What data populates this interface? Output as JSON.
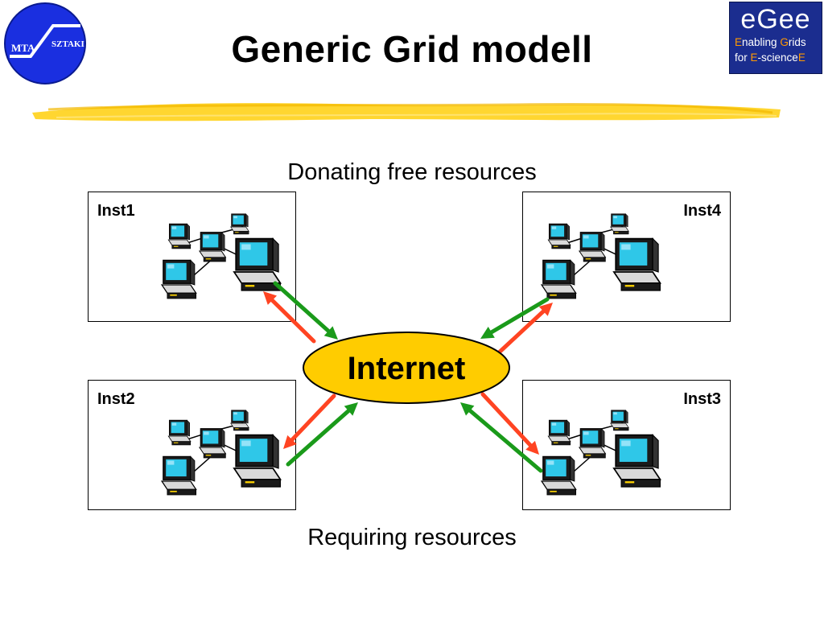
{
  "title": "Generic Grid modell",
  "logos": {
    "left": {
      "text_top": "MTA",
      "text_right": "SZTAKI"
    },
    "right": {
      "word": "eGee",
      "line1_a": "E",
      "line1_b": "nabling ",
      "line1_c": "G",
      "line1_d": "rids",
      "line2_a": "for ",
      "line2_b": "E",
      "line2_c": "-science",
      "line2_d": "E"
    }
  },
  "captions": {
    "top": "Donating free resources",
    "bottom": "Requiring resources"
  },
  "internet": {
    "label": "Internet",
    "fill_color": "#ffcc00"
  },
  "institutions": [
    {
      "id": "inst1",
      "label": "Inst1"
    },
    {
      "id": "inst4",
      "label": "Inst4"
    },
    {
      "id": "inst2",
      "label": "Inst2"
    },
    {
      "id": "inst3",
      "label": "Inst3"
    }
  ],
  "arrow_colors": {
    "donate": "#1a9a1a",
    "require": "#ff4422"
  },
  "icons": [
    "computer-network-icon",
    "arrow-icon"
  ]
}
